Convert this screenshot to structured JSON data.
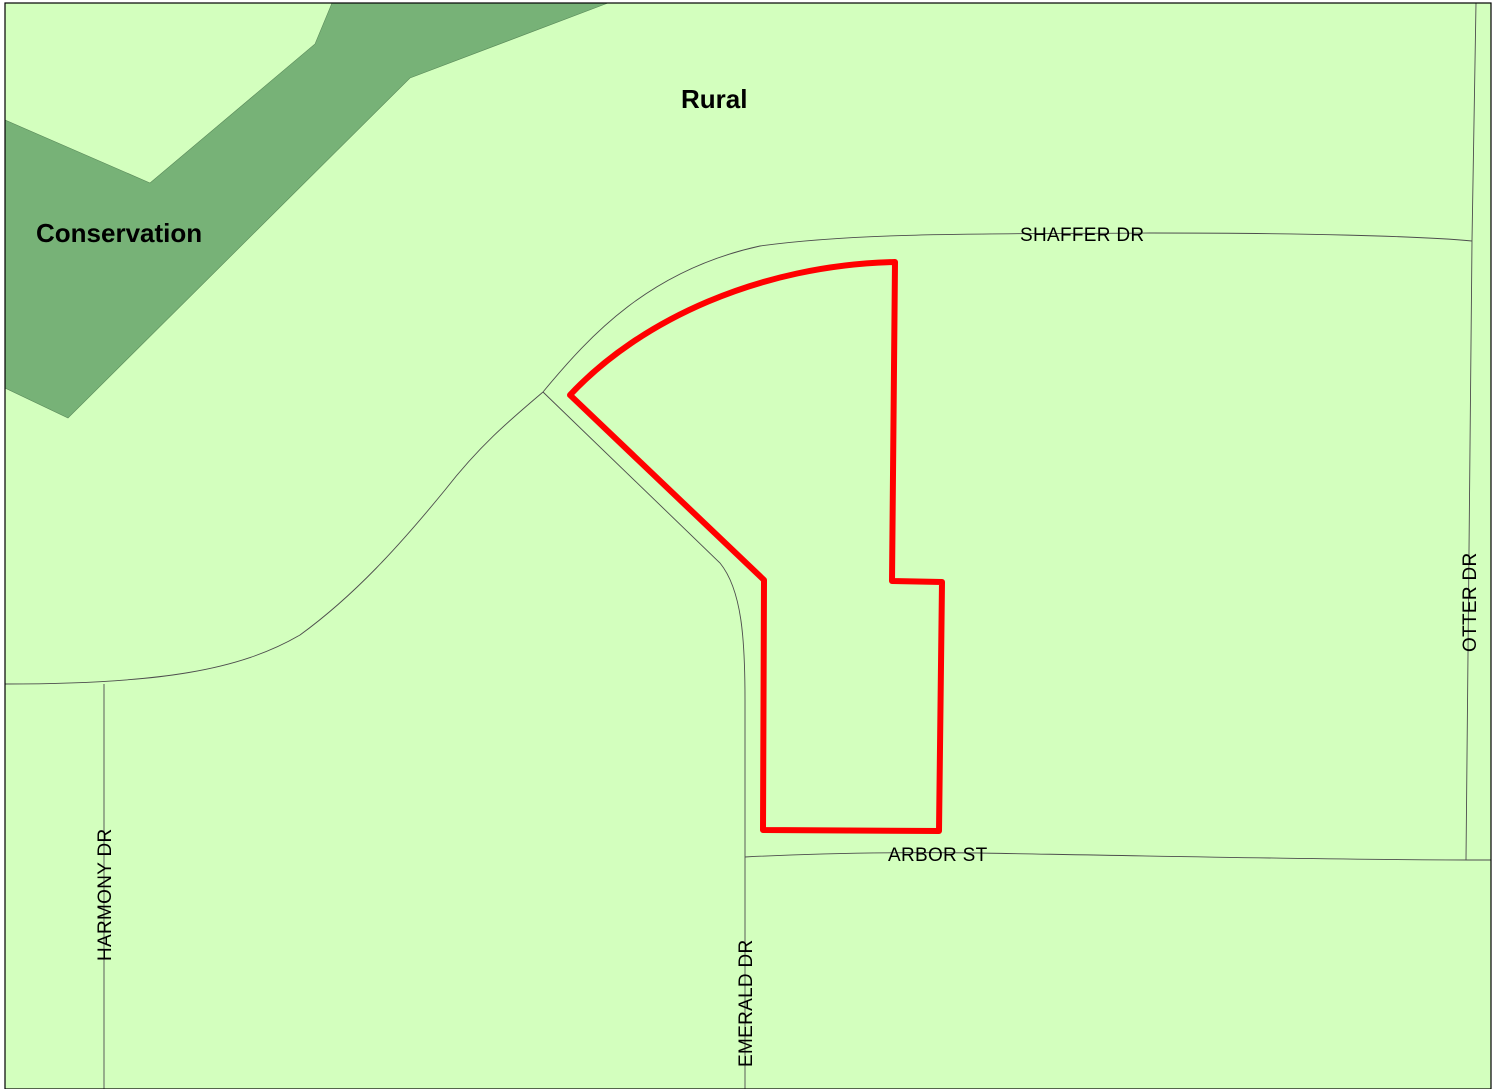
{
  "colors": {
    "rural_fill": "#d3ffbe",
    "conservation_fill": "#77b277",
    "road_stroke": "#4d4d4d",
    "parcel_outline": "#ff0000",
    "frame": "#000000"
  },
  "zones": {
    "rural": "Rural",
    "conservation": "Conservation"
  },
  "roads": {
    "shaffer": "SHAFFER DR",
    "arbor": "ARBOR ST",
    "otter": "OTTER DR",
    "harmony": "HARMONY DR",
    "emerald": "EMERALD DR"
  }
}
